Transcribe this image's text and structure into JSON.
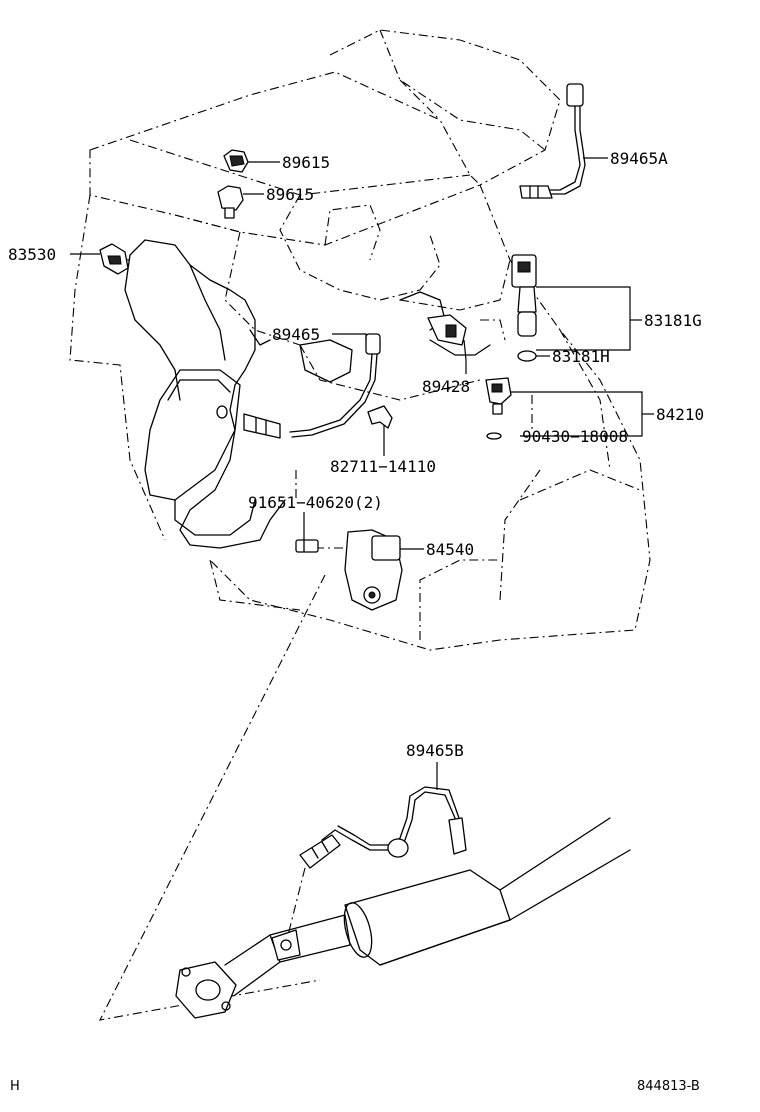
{
  "labels": {
    "p89615a": "89615",
    "p89615b": "89615",
    "p89465a": "89465A",
    "p83530": "83530",
    "p83181g": "83181G",
    "p89465": "89465",
    "p83181h": "83181H",
    "p89428": "89428",
    "p84210": "84210",
    "p90430": "90430−18008",
    "p82711": "82711−14110",
    "p91651": "91651−40620(2)",
    "p84540": "84540",
    "p89465b": "89465B"
  },
  "footer": {
    "left_mark": "H",
    "figure_id": "844813-B"
  }
}
